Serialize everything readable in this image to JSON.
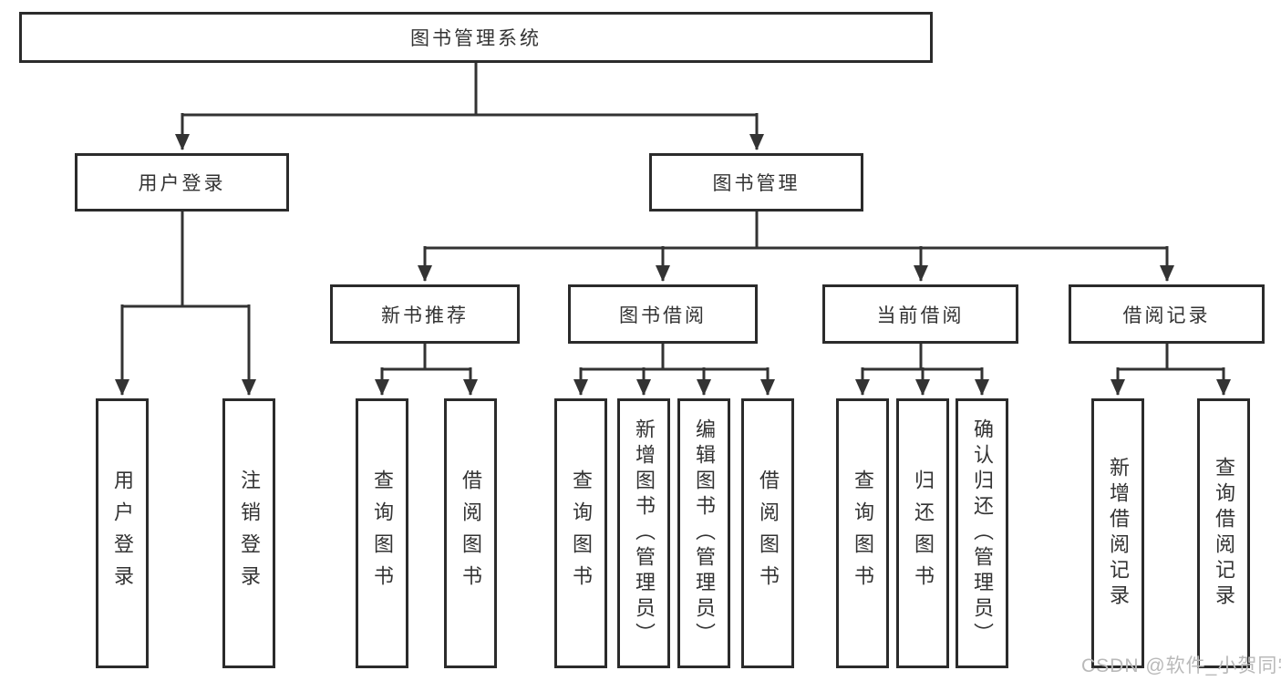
{
  "diagram": {
    "type": "tree",
    "title": "图书管理系统",
    "watermark": "CSDN @软件_小贺同学",
    "colors": {
      "line": "#333333",
      "box_border": "#2b2b2b",
      "box_background": "#ffffff",
      "text": "#333333",
      "watermark": "#b9b9b9"
    },
    "nodes": {
      "root": {
        "label": "图书管理系统"
      },
      "level2": [
        {
          "label": "用户登录",
          "parent": "图书管理系统"
        },
        {
          "label": "图书管理",
          "parent": "图书管理系统"
        }
      ],
      "level3": [
        {
          "label": "新书推荐",
          "parent": "图书管理"
        },
        {
          "label": "图书借阅",
          "parent": "图书管理"
        },
        {
          "label": "当前借阅",
          "parent": "图书管理"
        },
        {
          "label": "借阅记录",
          "parent": "图书管理"
        }
      ],
      "leaves": [
        {
          "label": "用户登录",
          "parent": "用户登录"
        },
        {
          "label": "注销登录",
          "parent": "用户登录"
        },
        {
          "label": "查询图书",
          "parent": "新书推荐"
        },
        {
          "label": "借阅图书",
          "parent": "新书推荐"
        },
        {
          "label": "查询图书",
          "parent": "图书借阅"
        },
        {
          "label": "新增图书（管理员）",
          "parent": "图书借阅"
        },
        {
          "label": "编辑图书（管理员）",
          "parent": "图书借阅"
        },
        {
          "label": "借阅图书",
          "parent": "图书借阅"
        },
        {
          "label": "查询图书",
          "parent": "当前借阅"
        },
        {
          "label": "归还图书",
          "parent": "当前借阅"
        },
        {
          "label": "确认归还（管理员）",
          "parent": "当前借阅"
        },
        {
          "label": "新增借阅记录",
          "parent": "借阅记录"
        },
        {
          "label": "查询借阅记录",
          "parent": "借阅记录"
        }
      ]
    }
  }
}
